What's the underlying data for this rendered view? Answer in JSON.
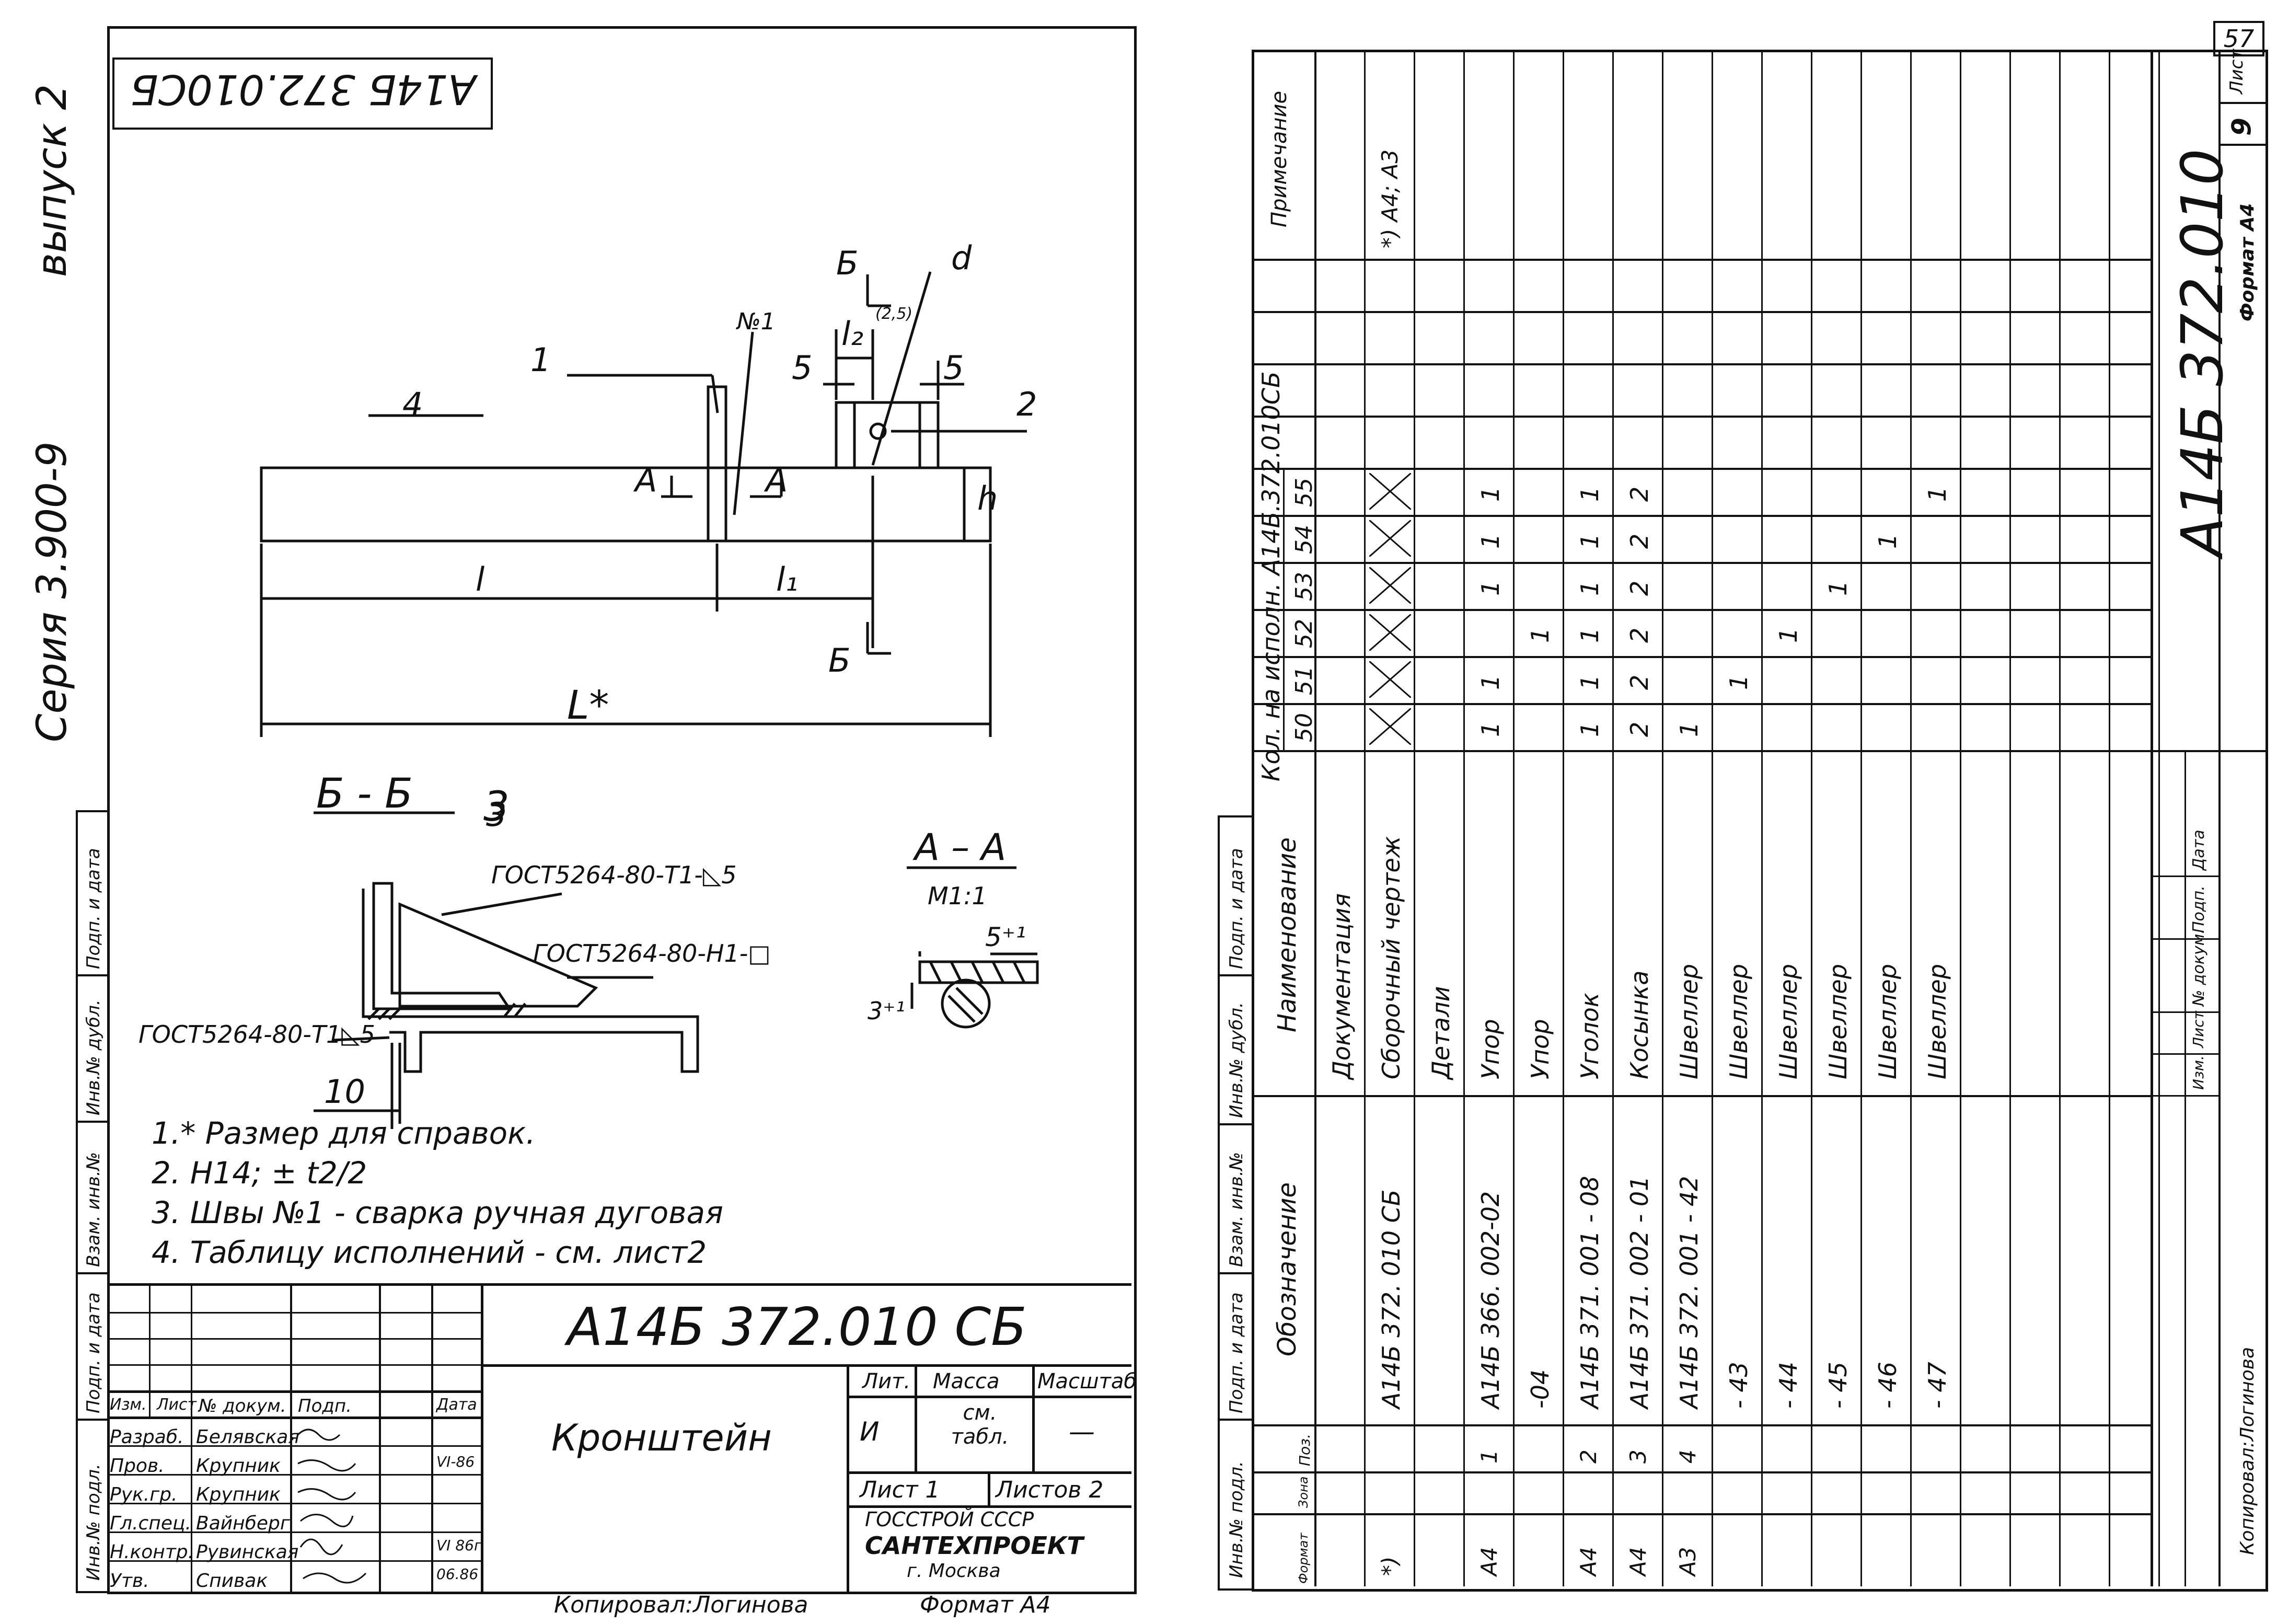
{
  "page_number": "57",
  "left_sheet": {
    "doc_code_rotated": "А14Б 372.010СБ",
    "series": "Серия 3.900-9",
    "issue": "выпуск 2",
    "side_stamp": [
      "Инв.№ подл.",
      "Подп. и дата",
      "Взам. инв.№",
      "Инв.№ дубл.",
      "Подп. и дата"
    ],
    "drawing": {
      "labels": {
        "p1": "1",
        "p2": "2",
        "p3": "3",
        "p4": "4",
        "b_top": "Б",
        "b_bottom": "Б",
        "d": "d",
        "a_left": "А",
        "a_right": "А",
        "weld": "№1",
        "l2": "l₂",
        "tol": "(2,5)",
        "five_left": "5",
        "five_right": "5",
        "h": "h",
        "l": "l",
        "l1": "l₁",
        "L": "L*",
        "section_bb": "Б - Б",
        "section_3": "3",
        "gost1": "ГОСТ5264-80-Т1-◺5",
        "gost2": "ГОСТ5264-80-Н1-□",
        "gost3": "ГОСТ5264-80-Т1◺5",
        "ten": "10",
        "section_aa": "А – А",
        "scale": "М1:1",
        "five_tol": "5⁺¹",
        "three_tol": "3⁺¹"
      }
    },
    "notes": [
      "1.* Размер для справок.",
      "2. Н14; ± t2/2",
      "3. Швы №1 - сварка ручная дуговая",
      "4. Таблицу исполнений - см. лист2"
    ],
    "title_block": {
      "code": "А14Б 372.010 СБ",
      "name": "Кронштейн",
      "headers": [
        "Изм.",
        "Лист",
        "№ докум.",
        "Подп.",
        "Дата"
      ],
      "rows": [
        [
          "Разраб.",
          "Белявская"
        ],
        [
          "Пров.",
          "Крупник"
        ],
        [
          "Рук.гр.",
          "Крупник"
        ],
        [
          "Гл.спец.",
          "Вайнберг"
        ],
        [
          "Н.контр.",
          "Рувинская"
        ],
        [
          "Утв.",
          "Спивак"
        ]
      ],
      "dates": [
        "VI-86",
        "VI 86г",
        "06.86"
      ],
      "lit_label": "Лит.",
      "mass_label": "Масса",
      "scale_label": "Масштаб",
      "lit_value": "И",
      "mass_value": "см. табл.",
      "scale_value": "—",
      "sheet": "Лист 1",
      "sheets": "Листов 2",
      "org1": "ГОССТРОЙ СССР",
      "org2": "САНТЕХПРОЕКТ",
      "org3": "г. Москва"
    },
    "footer_copy": "Копировал:Логинова",
    "footer_format": "Формат А4"
  },
  "right_sheet": {
    "col_headers": {
      "format": "Формат",
      "zone": "Зона",
      "pos": "Поз.",
      "designation": "Обозначение",
      "name": "Наименование",
      "qty": "Кол. на исполн. А14Б.372.010СБ",
      "note": "Примечание"
    },
    "variants": [
      "50",
      "51",
      "52",
      "53",
      "54",
      "55"
    ],
    "rows": [
      {
        "format": "",
        "zone": "",
        "pos": "",
        "designation": "",
        "name": "Документация",
        "qty": [
          "",
          "",
          "",
          "",
          "",
          ""
        ],
        "note": ""
      },
      {
        "format": "*)",
        "zone": "",
        "pos": "",
        "designation": "А14Б 372. 010 СБ",
        "name": "Сборочный чертеж",
        "qty": [
          "X",
          "X",
          "X",
          "X",
          "X",
          "X"
        ],
        "note": "*) А4; А3"
      },
      {
        "format": "",
        "zone": "",
        "pos": "",
        "designation": "",
        "name": "Детали",
        "qty": [
          "",
          "",
          "",
          "",
          "",
          ""
        ],
        "note": ""
      },
      {
        "format": "А4",
        "zone": "",
        "pos": "1",
        "designation": "А14Б 366. 002-02",
        "name": "Упор",
        "qty": [
          "1",
          "1",
          "",
          "1",
          "1",
          "1"
        ],
        "note": ""
      },
      {
        "format": "",
        "zone": "",
        "pos": "",
        "designation": "-04",
        "name": "Упор",
        "qty": [
          "",
          "",
          "1",
          "",
          "",
          ""
        ],
        "note": ""
      },
      {
        "format": "А4",
        "zone": "",
        "pos": "2",
        "designation": "А14Б 371. 001 - 08",
        "name": "Уголок",
        "qty": [
          "1",
          "1",
          "1",
          "1",
          "1",
          "1"
        ],
        "note": ""
      },
      {
        "format": "А4",
        "zone": "",
        "pos": "3",
        "designation": "А14Б 371. 002 - 01",
        "name": "Косынка",
        "qty": [
          "2",
          "2",
          "2",
          "2",
          "2",
          "2"
        ],
        "note": ""
      },
      {
        "format": "А3",
        "zone": "",
        "pos": "4",
        "designation": "А14Б 372. 001 - 42",
        "name": "Швеллер",
        "qty": [
          "1",
          "",
          "",
          "",
          "",
          ""
        ],
        "note": ""
      },
      {
        "format": "",
        "zone": "",
        "pos": "",
        "designation": "- 43",
        "name": "Швеллер",
        "qty": [
          "",
          "1",
          "",
          "",
          "",
          ""
        ],
        "note": ""
      },
      {
        "format": "",
        "zone": "",
        "pos": "",
        "designation": "- 44",
        "name": "Швеллер",
        "qty": [
          "",
          "",
          "1",
          "",
          "",
          ""
        ],
        "note": ""
      },
      {
        "format": "",
        "zone": "",
        "pos": "",
        "designation": "- 45",
        "name": "Швеллер",
        "qty": [
          "",
          "",
          "",
          "1",
          "",
          ""
        ],
        "note": ""
      },
      {
        "format": "",
        "zone": "",
        "pos": "",
        "designation": "- 46",
        "name": "Швеллер",
        "qty": [
          "",
          "",
          "",
          "",
          "1",
          ""
        ],
        "note": ""
      },
      {
        "format": "",
        "zone": "",
        "pos": "",
        "designation": "- 47",
        "name": "Швеллер",
        "qty": [
          "",
          "",
          "",
          "",
          "",
          "1"
        ],
        "note": ""
      }
    ],
    "side_stamp": [
      "Инв.№ подл.",
      "Подп. и дата",
      "Взам. инв.№",
      "Инв.№ дубл.",
      "Подп. и дата"
    ],
    "title_block": {
      "code": "А14Б 372.010",
      "sheet_label": "Лист",
      "sheet_no": "9",
      "headers": [
        "Изм.",
        "Лист",
        "№ докум.",
        "Подп.",
        "Дата"
      ]
    },
    "footer_copy": "Копировал:Логинова",
    "footer_format": "Формат А4"
  }
}
